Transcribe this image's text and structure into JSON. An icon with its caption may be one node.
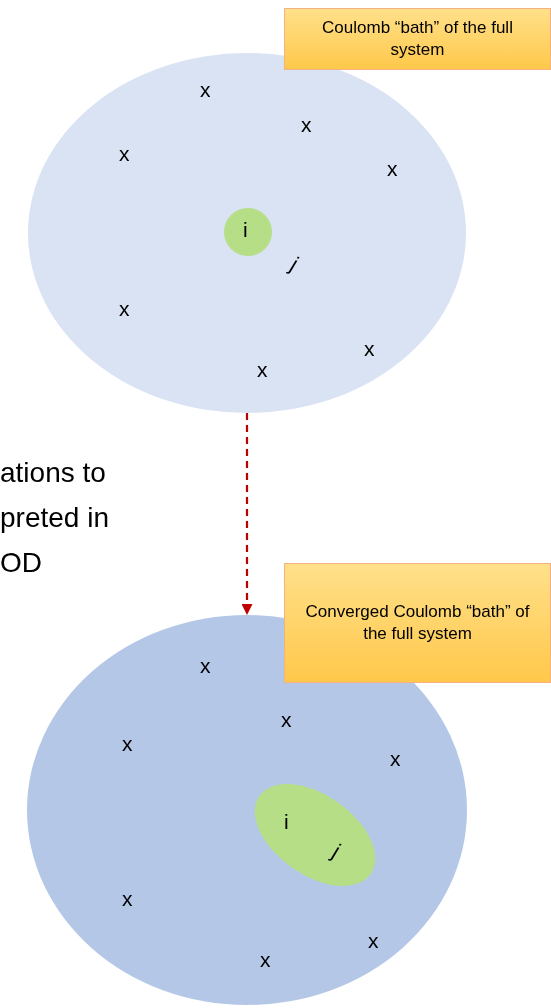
{
  "diagram": {
    "nodes": [
      {
        "text": [],
        "shape": "circle"
      },
      {
        "text": [
          "Coulomb “bath” of the full system"
        ]
      },
      {
        "text": [
          "i"
        ],
        "in": 0
      },
      {
        "text": [],
        "shape": "circle"
      },
      {
        "text": [
          "Converged Coulomb “bath” of the full system"
        ]
      },
      {
        "text": [
          "i",
          "j"
        ],
        "in": 3
      }
    ],
    "edges": [
      {
        "from": 0,
        "to": 3,
        "arrow": "to",
        "style": "dashed",
        "color": "#c00000"
      }
    ],
    "labels": [
      "x",
      "x",
      "x",
      "x",
      "j",
      "x",
      "x",
      "x",
      "ations to preted in OD",
      "x",
      "x",
      "x",
      "x",
      "x",
      "x",
      "x"
    ]
  }
}
